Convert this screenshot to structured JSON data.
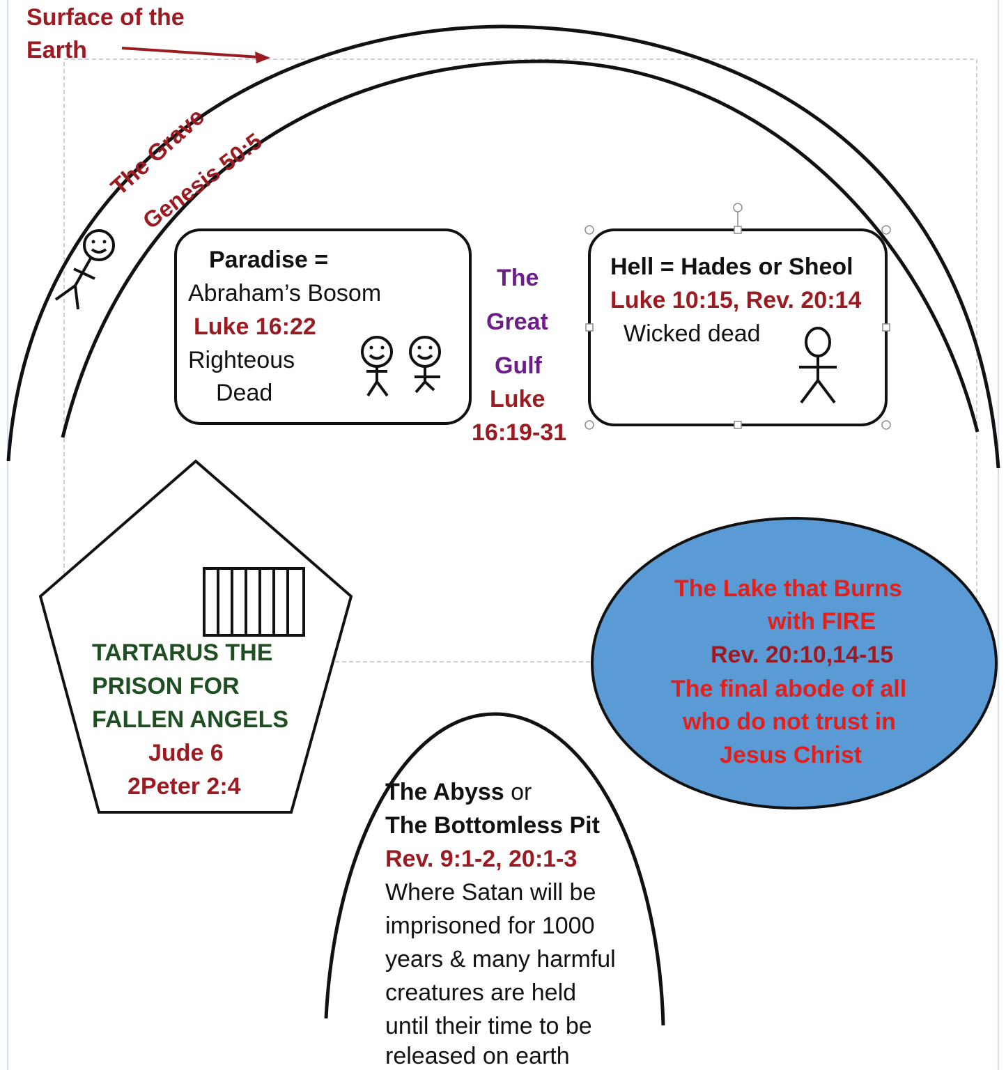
{
  "colors": {
    "outline": "#111111",
    "scripture_red": "#9b1b22",
    "gulf_purple": "#6b1e86",
    "tartarus_green": "#1f4e22",
    "lake_fill": "#5b9bd5",
    "lake_text_red": "#e0201c",
    "selection_dash": "#b8c2cc"
  },
  "surface": {
    "label_line1": "Surface of the",
    "label_line2": "Earth"
  },
  "grave": {
    "label": "The Grave",
    "reference": "Genesis 50:5"
  },
  "paradise": {
    "title": "Paradise =",
    "subtitle": "Abraham’s Bosom",
    "reference": "Luke 16:22",
    "desc_line1": "Righteous",
    "desc_line2": "Dead"
  },
  "gulf": {
    "line1": "The",
    "line2": "Great",
    "line3": "Gulf",
    "ref_line1": "Luke",
    "ref_line2": "16:19-31"
  },
  "hell": {
    "title": "Hell = Hades or Sheol",
    "reference": "Luke 10:15, Rev. 20:14",
    "description": "Wicked dead"
  },
  "tartarus": {
    "line1": "TARTARUS THE",
    "line2": "PRISON FOR",
    "line3": "FALLEN ANGELS",
    "ref1": "Jude 6",
    "ref2": "2Peter 2:4"
  },
  "lake": {
    "line1": "The Lake that Burns",
    "line2": "with FIRE",
    "reference": "Rev. 20:10,14-15",
    "line3": "The final abode of all",
    "line4": "who do not trust in",
    "line5": "Jesus Christ"
  },
  "abyss": {
    "title1_bold": "The Abyss",
    "title1_rest": " or",
    "title2": "The Bottomless Pit",
    "reference": "Rev. 9:1-2, 20:1-3",
    "desc1": "Where Satan will be",
    "desc2": "imprisoned for 1000",
    "desc3": "years & many harmful",
    "desc4": "creatures are held",
    "desc5": "until their time to be",
    "desc6": "released on earth"
  }
}
